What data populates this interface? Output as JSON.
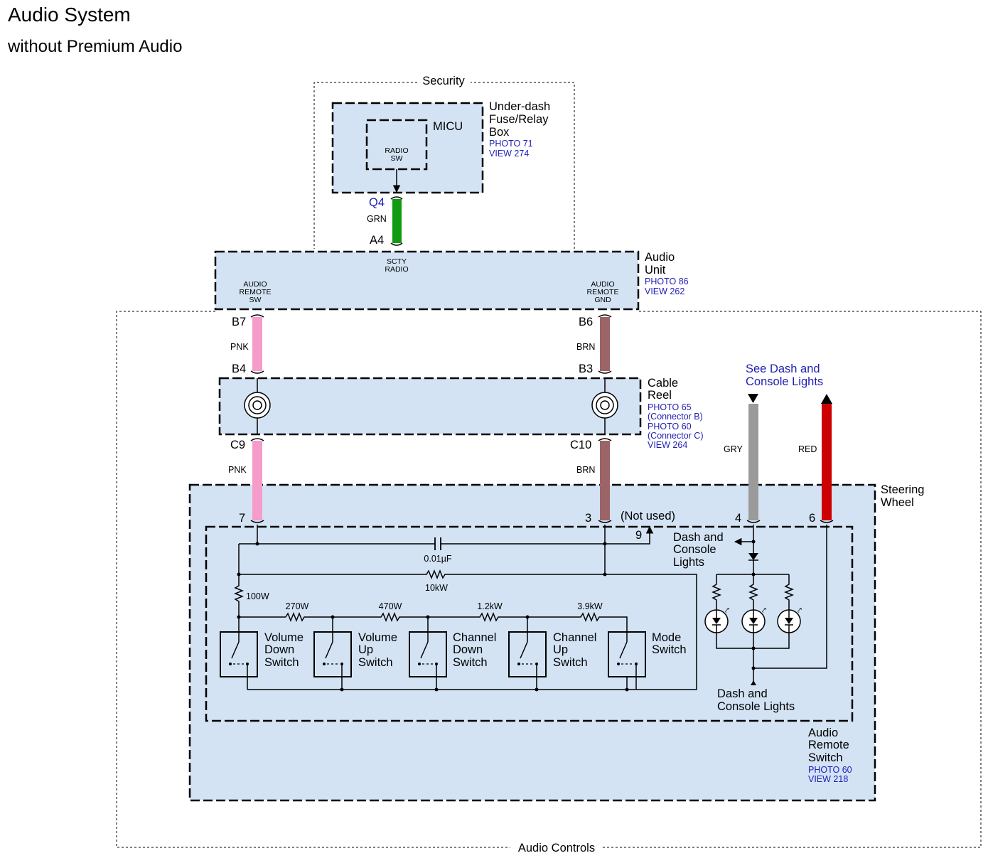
{
  "title": "Audio System",
  "subtitle": "without Premium Audio",
  "regions": {
    "security": "Security",
    "audio_controls": "Audio Controls"
  },
  "micu_box": {
    "name_lines": [
      "Under-dash",
      "Fuse/Relay",
      "Box"
    ],
    "photo": "PHOTO 71",
    "view": "VIEW 274",
    "micu": "MICU",
    "radio_sw_lines": [
      "RADIO",
      "SW"
    ]
  },
  "audio_unit": {
    "name_lines": [
      "Audio",
      "Unit"
    ],
    "photo": "PHOTO 86",
    "view": "VIEW 262",
    "scty_lines": [
      "SCTY",
      "RADIO"
    ],
    "remote_sw_lines": [
      "AUDIO",
      "REMOTE",
      "SW"
    ],
    "remote_gnd_lines": [
      "AUDIO",
      "REMOTE",
      "GND"
    ]
  },
  "cable_reel": {
    "name_lines": [
      "Cable",
      "Reel"
    ],
    "refs": [
      "PHOTO 65",
      "(Connector B)",
      "PHOTO 60",
      "(Connector C)",
      "VIEW 264"
    ]
  },
  "steering_wheel": {
    "name_lines": [
      "Steering",
      "Wheel"
    ]
  },
  "remote_switch": {
    "name_lines": [
      "Audio",
      "Remote",
      "Switch"
    ],
    "photo": "PHOTO 60",
    "view": "VIEW 218"
  },
  "wires": {
    "security_q4": "Q4",
    "security_a4": "A4",
    "grn": "GRN",
    "pnk": "PNK",
    "brn": "BRN",
    "gry": "GRY",
    "red": "RED"
  },
  "pins": {
    "b7": "B7",
    "b6": "B6",
    "b4": "B4",
    "b3": "B3",
    "c9": "C9",
    "c10": "C10",
    "p7": "7",
    "p3": "3",
    "p9": "9",
    "p4": "4",
    "p6": "6"
  },
  "not_used": "(Not used)",
  "see_dash_lines": [
    "See Dash and",
    "Console Lights"
  ],
  "dash_lights_top_lines": [
    "Dash and",
    "Console",
    "Lights"
  ],
  "dash_lights_bottom_lines": [
    "Dash and",
    "Console Lights"
  ],
  "components": {
    "capacitor": "0.01µF",
    "r_10k": "10kW",
    "r_100": "100W",
    "r_270": "270W",
    "r_470": "470W",
    "r_1_2k": "1.2kW",
    "r_3_9k": "3.9kW"
  },
  "switches": [
    {
      "lines": [
        "Volume",
        "Down",
        "Switch"
      ]
    },
    {
      "lines": [
        "Volume",
        "Up",
        "Switch"
      ]
    },
    {
      "lines": [
        "Channel",
        "Down",
        "Switch"
      ]
    },
    {
      "lines": [
        "Channel",
        "Up",
        "Switch"
      ]
    },
    {
      "lines": [
        "Mode",
        "Switch"
      ]
    }
  ],
  "colors": {
    "box_fill": "#d3e3f4",
    "link_blue": "#1f1fb4",
    "wire_grn": "#129a12",
    "wire_pnk": "#f69ccb",
    "wire_brn": "#9b6466",
    "wire_gry": "#9a9a9a",
    "wire_red": "#cc0000"
  }
}
